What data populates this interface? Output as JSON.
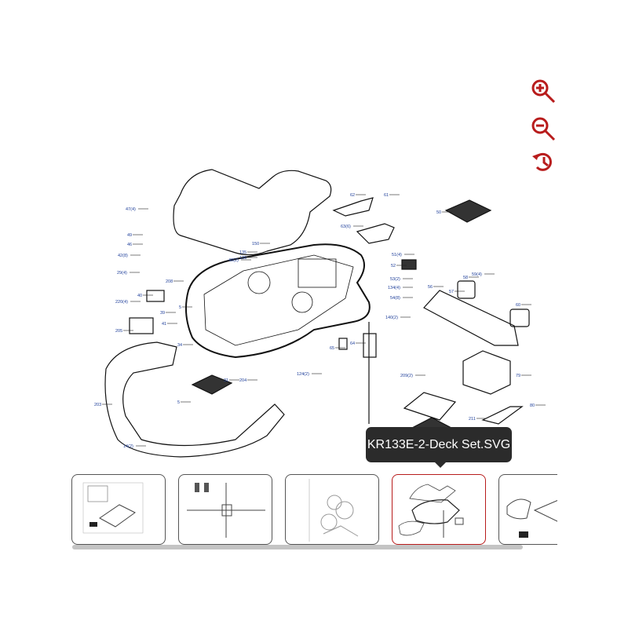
{
  "toolbar": {
    "zoom_in": {
      "icon": "zoom-in-icon"
    },
    "zoom_out": {
      "icon": "zoom-out-icon"
    },
    "reset": {
      "icon": "history-reset-icon"
    },
    "icon_color": "#b81c1c"
  },
  "diagram": {
    "part_labels": [
      "47(4)",
      "49",
      "46",
      "42(8)",
      "29(4)",
      "208",
      "40",
      "220(4)",
      "5",
      "39",
      "41",
      "205",
      "34",
      "150",
      "135",
      "136",
      "48(2)",
      "62",
      "61",
      "63(6)",
      "50",
      "51(4)",
      "52",
      "53(2)",
      "134(4)",
      "54(8)",
      "58",
      "59(4)",
      "56",
      "57",
      "60",
      "140(2)",
      "65",
      "64",
      "31",
      "204",
      "124(2)",
      "209(2)",
      "79",
      "203",
      "5",
      "211",
      "80",
      "14(2)"
    ]
  },
  "tooltip": {
    "text": "KR133E-2-Deck Set.SVG"
  },
  "thumbnails": [
    {
      "name": "thumbnail-1",
      "selected": false
    },
    {
      "name": "thumbnail-2",
      "selected": false
    },
    {
      "name": "thumbnail-3",
      "selected": false
    },
    {
      "name": "thumbnail-4",
      "selected": true,
      "title": "KR133E-2-Deck Set.SVG"
    },
    {
      "name": "thumbnail-5",
      "selected": false
    }
  ],
  "colors": {
    "selected_border": "#b81c1c",
    "tooltip_bg": "#2b2b2b",
    "label": "#1f3f9a"
  }
}
